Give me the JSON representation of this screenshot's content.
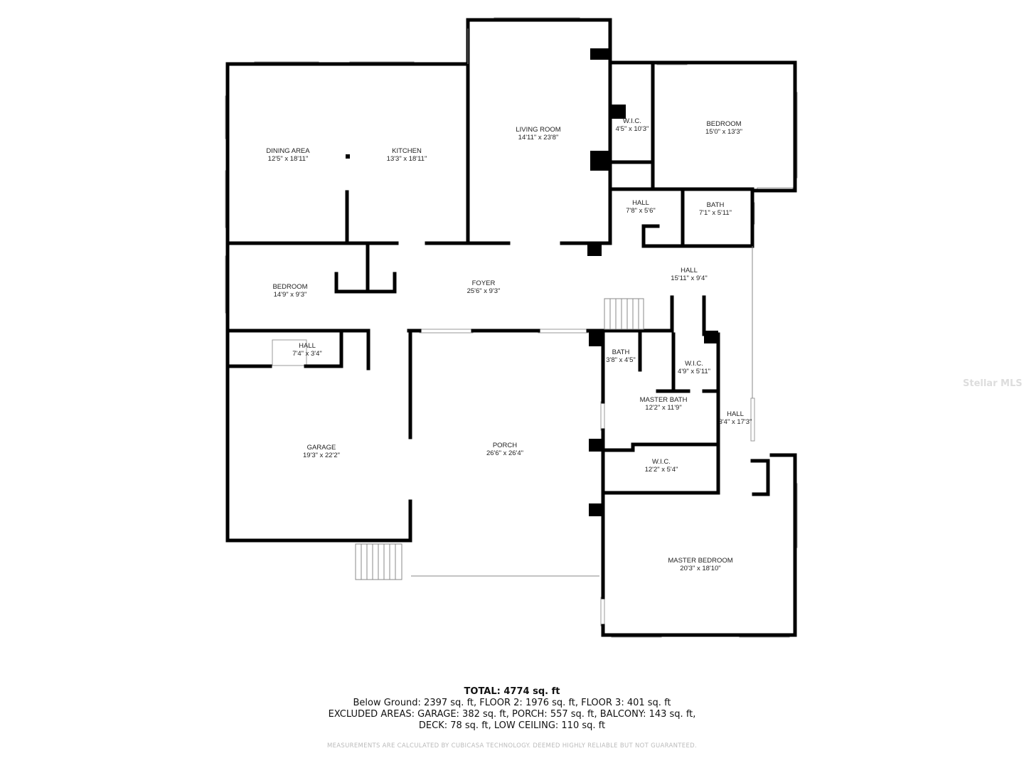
{
  "rooms": {
    "dining": {
      "name": "DINING AREA",
      "dims": "12'5\" x 18'11\""
    },
    "kitchen": {
      "name": "KITCHEN",
      "dims": "13'3\" x 18'11\""
    },
    "living": {
      "name": "LIVING ROOM",
      "dims": "14'11\" x 23'8\""
    },
    "wic1": {
      "name": "W.I.C.",
      "dims": "4'5\" x 10'3\""
    },
    "bedroom_ne": {
      "name": "BEDROOM",
      "dims": "15'0\" x 13'3\""
    },
    "hall1": {
      "name": "HALL",
      "dims": "7'8\" x 5'6\""
    },
    "bath1": {
      "name": "BATH",
      "dims": "7'1\" x 5'11\""
    },
    "bedroom_w": {
      "name": "BEDROOM",
      "dims": "14'9\" x 9'3\""
    },
    "foyer": {
      "name": "FOYER",
      "dims": "25'6\" x 9'3\""
    },
    "hall2": {
      "name": "HALL",
      "dims": "15'11\" x 9'4\""
    },
    "hall3": {
      "name": "HALL",
      "dims": "7'4\" x 3'4\""
    },
    "bath2": {
      "name": "BATH",
      "dims": "3'8\" x 4'5\""
    },
    "wic2": {
      "name": "W.I.C.",
      "dims": "4'9\" x 5'11\""
    },
    "master_bath": {
      "name": "MASTER BATH",
      "dims": "12'2\" x 11'9\""
    },
    "hall4": {
      "name": "HALL",
      "dims": "3'4\" x 17'3\""
    },
    "garage": {
      "name": "GARAGE",
      "dims": "19'3\" x 22'2\""
    },
    "porch": {
      "name": "PORCH",
      "dims": "26'6\" x 26'4\""
    },
    "wic3": {
      "name": "W.I.C.",
      "dims": "12'2\" x 5'4\""
    },
    "master_bedroom": {
      "name": "MASTER BEDROOM",
      "dims": "20'3\" x 18'10\""
    }
  },
  "summary": {
    "total": "TOTAL: 4774 sq. ft",
    "line1": "Below Ground: 2397 sq. ft, FLOOR 2: 1976 sq. ft, FLOOR 3: 401 sq. ft",
    "line2": "EXCLUDED AREAS: GARAGE: 382 sq. ft, PORCH: 557 sq. ft, BALCONY: 143 sq. ft,",
    "line3": "DECK: 78 sq. ft, LOW CEILING: 110 sq. ft"
  },
  "disclaimer": "MEASUREMENTS ARE CALCULATED BY CUBICASA TECHNOLOGY. DEEMED HIGHLY RELIABLE BUT NOT GUARANTEED.",
  "watermark": "Stellar MLS"
}
